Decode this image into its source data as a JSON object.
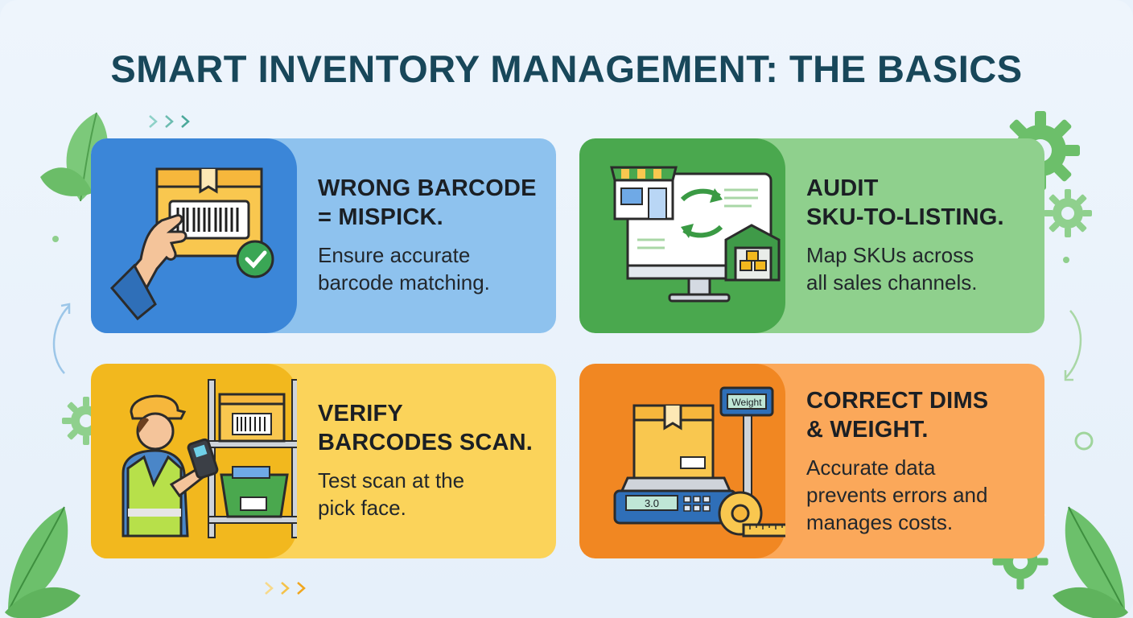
{
  "title": "SMART INVENTORY MANAGEMENT: THE BASICS",
  "colors": {
    "title": "#18475a",
    "blue": "#3b86d8",
    "green": "#4aa84e",
    "yellow": "#f2b81e",
    "orange": "#f18722"
  },
  "cards": [
    {
      "heading_line1": "WRONG BARCODE",
      "heading_line2": "= MISPICK.",
      "body_line1": "Ensure accurate",
      "body_line2": "barcode matching.",
      "icon": "hand-barcode-box-icon"
    },
    {
      "heading_line1": "AUDIT",
      "heading_line2": "SKU-TO-LISTING.",
      "body_line1": "Map SKUs across",
      "body_line2": "all sales channels.",
      "icon": "store-monitor-warehouse-icon"
    },
    {
      "heading_line1": "VERIFY",
      "heading_line2": "BARCODES SCAN.",
      "body_line1": "Test scan at the",
      "body_line2": "pick face.",
      "icon": "worker-scanner-icon"
    },
    {
      "heading_line1": "CORRECT DIMS",
      "heading_line2": "& WEIGHT.",
      "body_line1": "Accurate data",
      "body_line2": "prevents errors and",
      "body_line3": "manages costs.",
      "icon": "scale-tape-measure-icon",
      "scale_label": "Weight",
      "scale_readout": "3.0"
    }
  ]
}
